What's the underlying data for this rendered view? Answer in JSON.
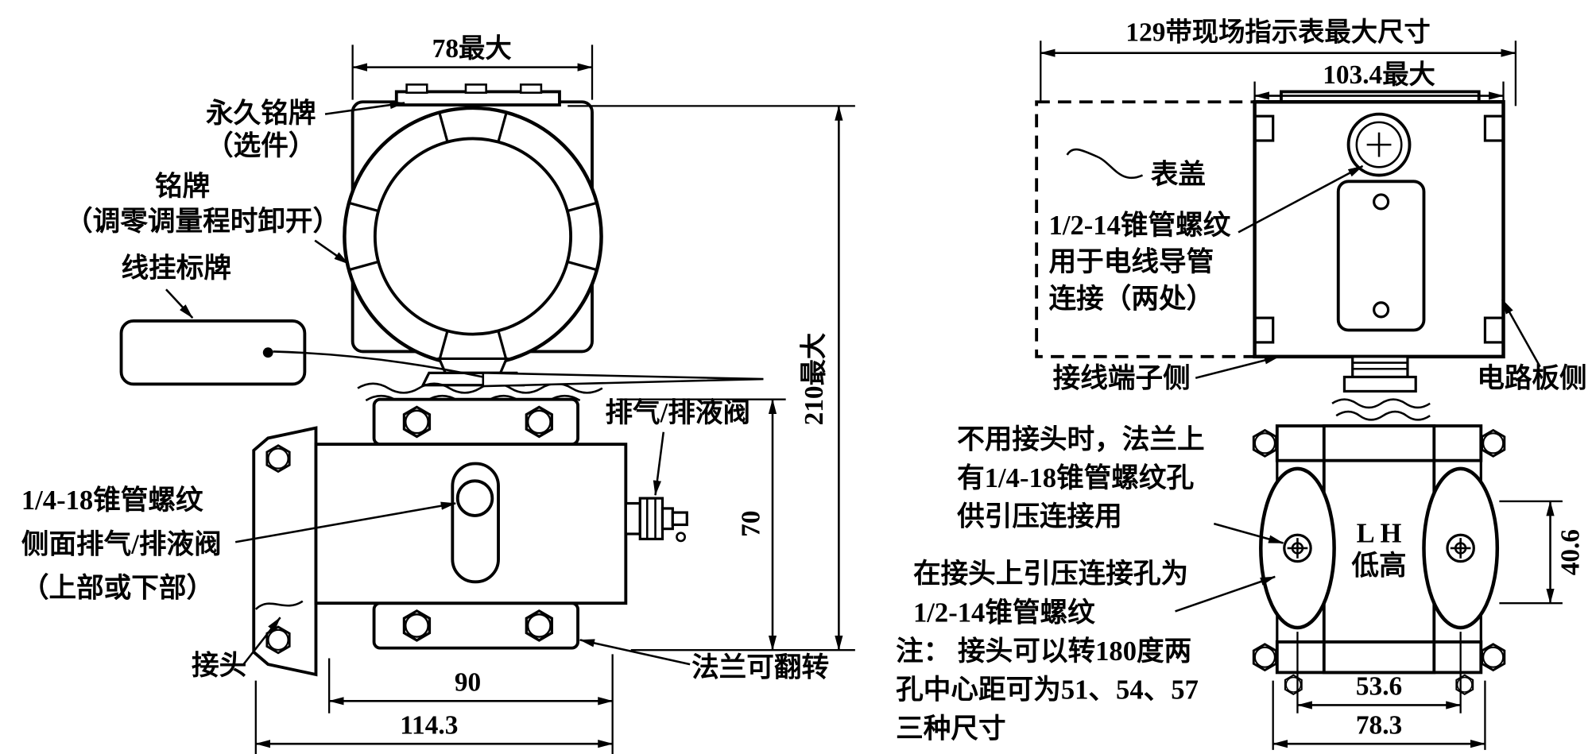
{
  "front_view": {
    "dim_width_top": "78最大",
    "dim_height_total": "210最大",
    "dim_height_flange": "70",
    "dim_width_flange": "90",
    "dim_width_total": "114.3",
    "label_permanent_nameplate_1": "永久铭牌",
    "label_permanent_nameplate_2": "（选件）",
    "label_nameplate_1": "铭牌",
    "label_nameplate_2": "（调零调量程时卸开）",
    "label_hanging_tag": "线挂标牌",
    "label_vent_valve": "排气/排液阀",
    "label_side_vent_1": "1/4-18锥管螺纹",
    "label_side_vent_2": "侧面排气/排液阀",
    "label_side_vent_3": "（上部或下部）",
    "label_adapter": "接头",
    "label_flange_reversible": "法兰可翻转"
  },
  "side_view": {
    "dim_width_with_indicator": "129带现场指示表最大尺寸",
    "dim_width_max": "103.4最大",
    "dim_port_height": "40.6",
    "dim_port_spacing": "53.6",
    "dim_flange_width": "78.3",
    "label_indicator_cover": "表盖",
    "label_conduit_1": "1/2-14锥管螺纹",
    "label_conduit_2": "用于电线导管",
    "label_conduit_3": "连接（两处）",
    "label_terminal_side": "接线端子侧",
    "label_circuit_side": "电路板侧",
    "label_flange_hole_1": "不用接头时，法兰上",
    "label_flange_hole_2": "有1/4-18锥管螺纹孔",
    "label_flange_hole_3": "供引压连接用",
    "label_adapter_hole_1": "在接头上引压连接孔为",
    "label_adapter_hole_2": "1/2-14锥管螺纹",
    "note_1": "注： 接头可以转180度两",
    "note_2": "孔中心距可为51、54、57",
    "note_3": "三种尺寸",
    "marking_lh": "L H",
    "marking_lh_caption": "低高"
  },
  "colors": {
    "line": "#000000",
    "background": "#ffffff"
  }
}
